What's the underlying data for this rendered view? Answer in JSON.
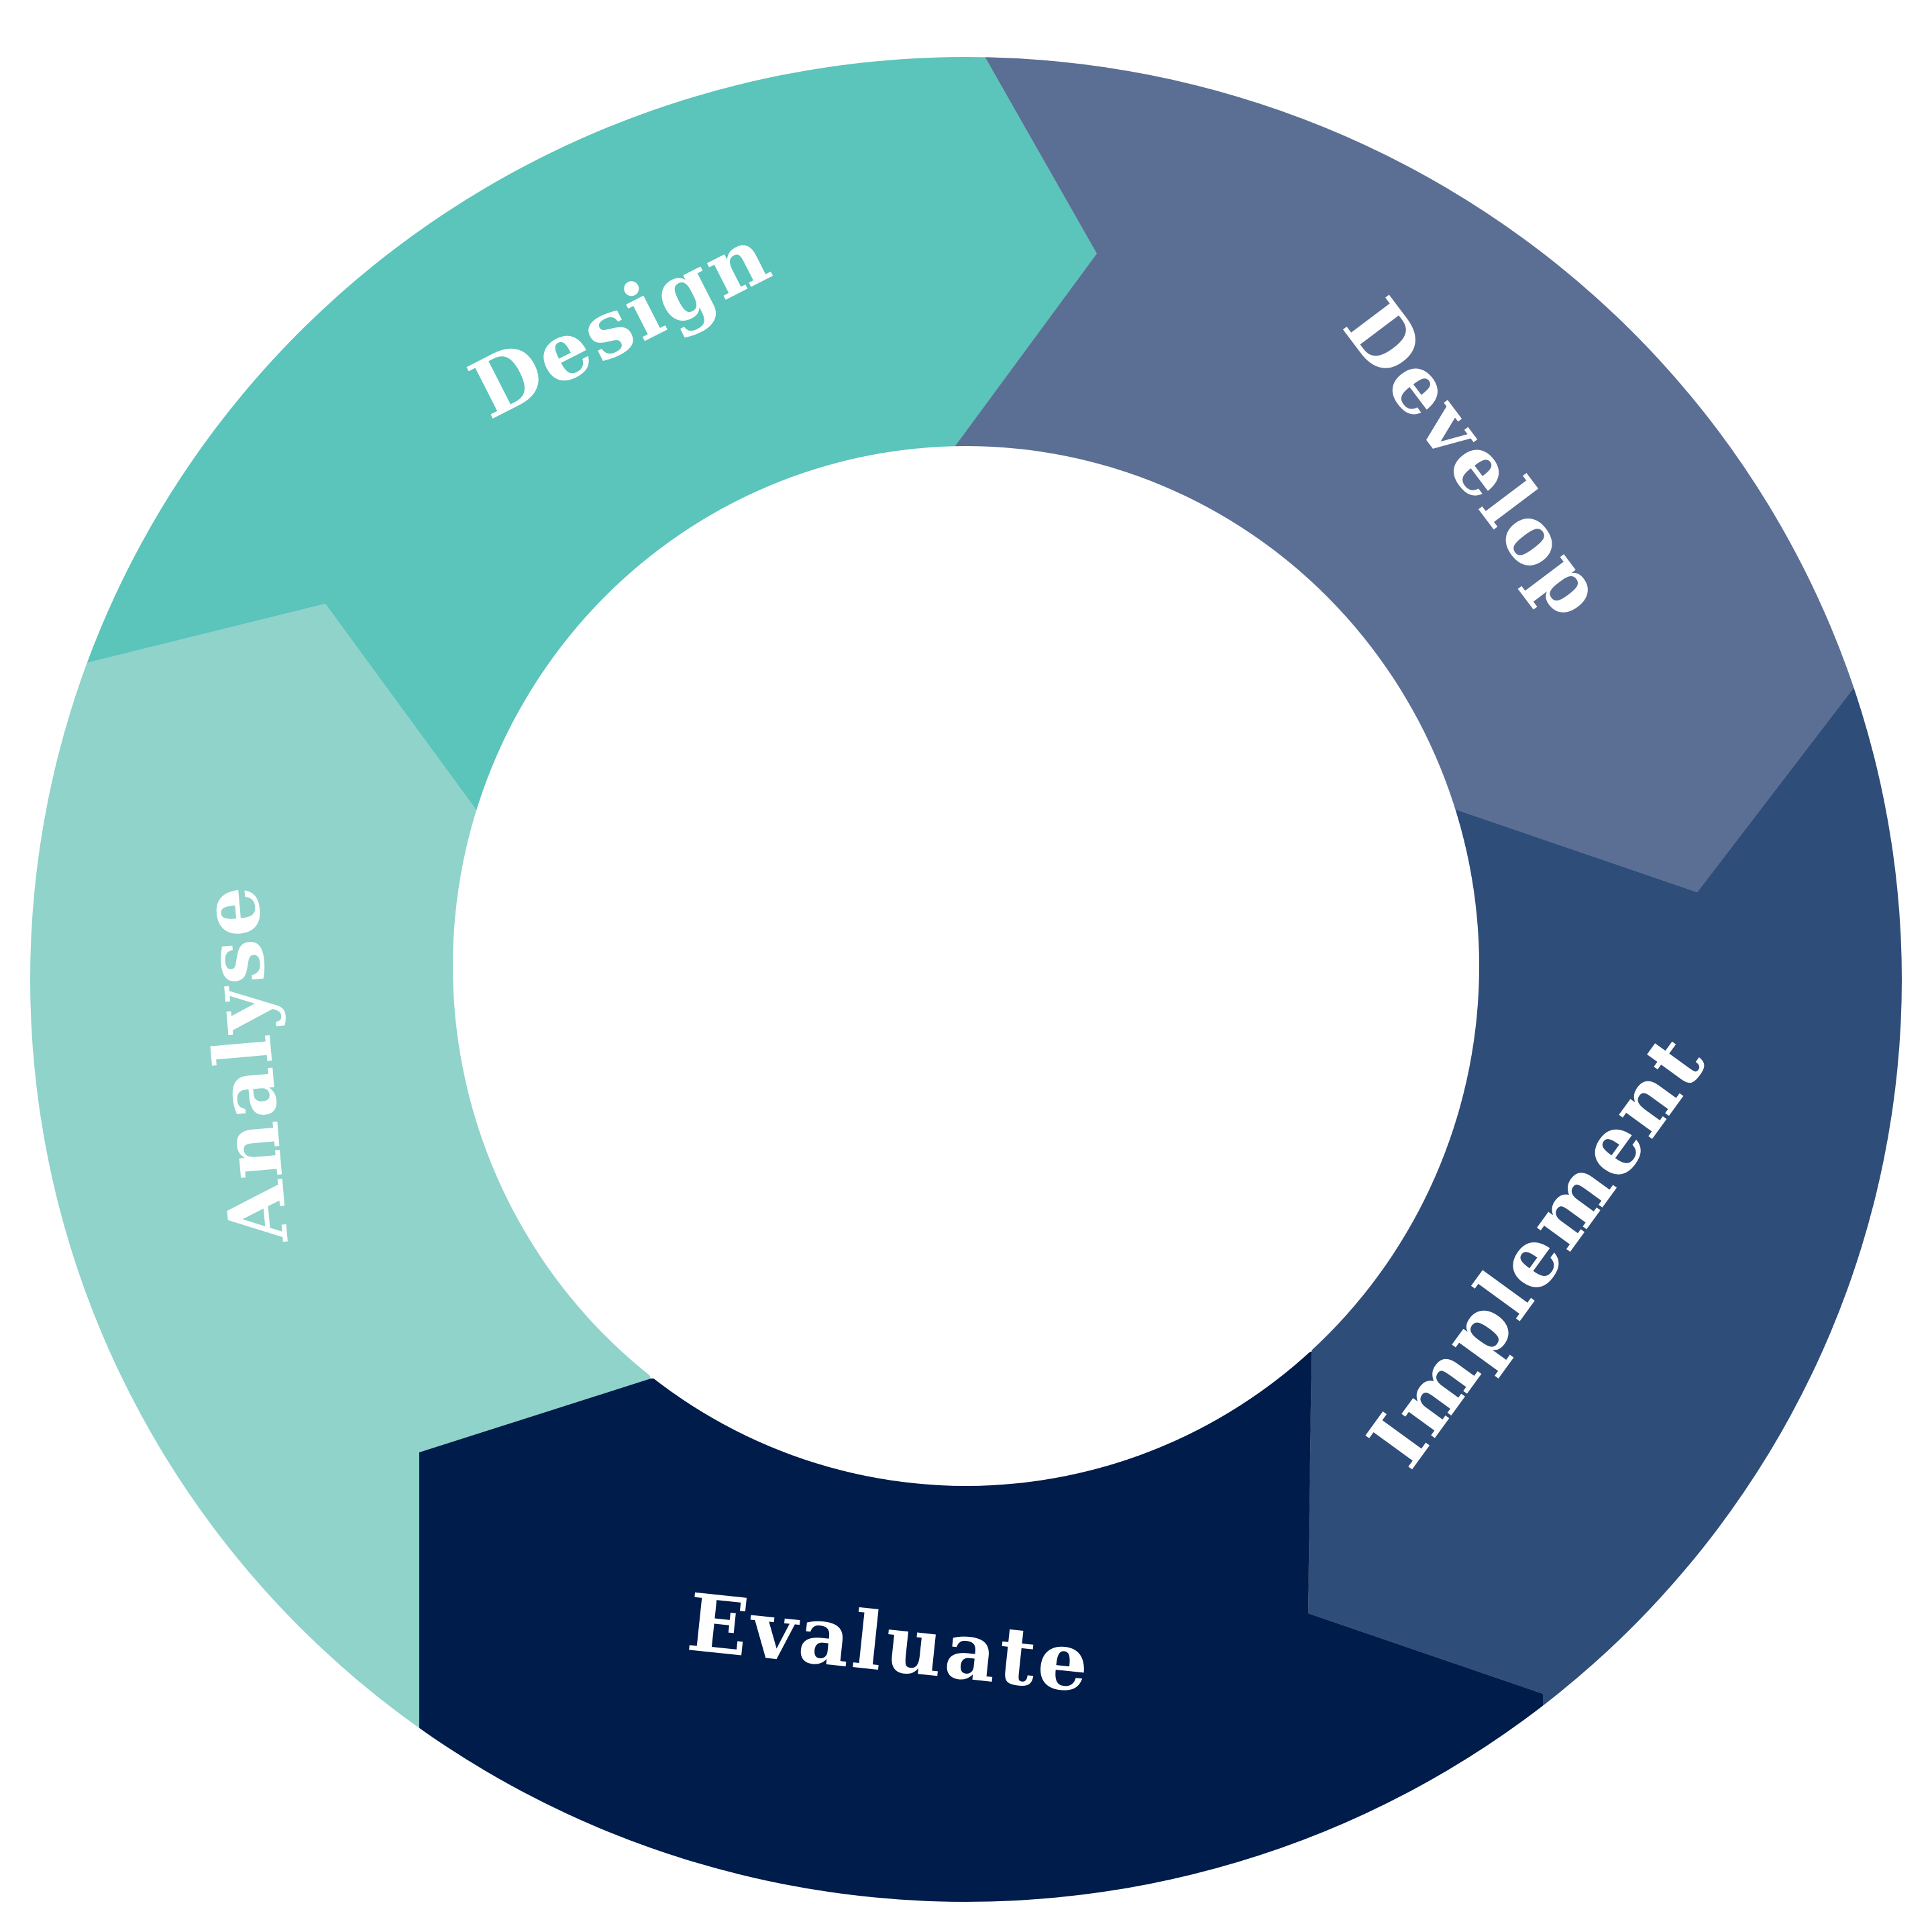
{
  "diagram": {
    "segments": [
      {
        "id": "design",
        "label": "Design",
        "color": "#5bc4bb"
      },
      {
        "id": "develop",
        "label": "Develop",
        "color": "#5b6e94"
      },
      {
        "id": "implement",
        "label": "Implement",
        "color": "#2f4d79"
      },
      {
        "id": "evaluate",
        "label": "Evaluate",
        "color": "#001c4b"
      },
      {
        "id": "analyse",
        "label": "Analyse",
        "color": "#8fd3cb"
      }
    ],
    "background": "#ffffff"
  }
}
